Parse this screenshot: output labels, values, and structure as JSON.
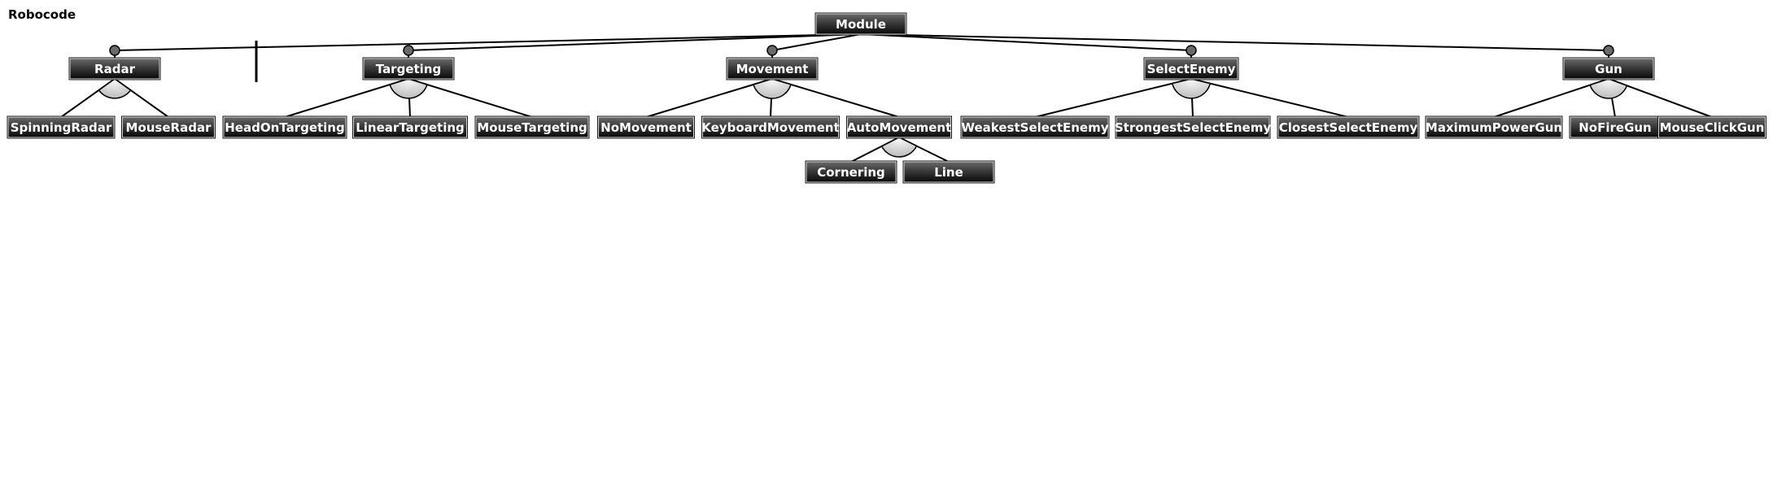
{
  "title": "Robocode",
  "nodes": {
    "module": "Module",
    "radar": "Radar",
    "targeting": "Targeting",
    "movement": "Movement",
    "selectenemy": "SelectEnemy",
    "gun": "Gun",
    "spinningradar": "SpinningRadar",
    "mouseradar": "MouseRadar",
    "headontargeting": "HeadOnTargeting",
    "lineartargeting": "LinearTargeting",
    "mousetargeting": "MouseTargeting",
    "nomovement": "NoMovement",
    "keyboardmovement": "KeyboardMovement",
    "automovement": "AutoMovement",
    "weakestselectenemy": "WeakestSelectEnemy",
    "strongestselectenemy": "StrongestSelectEnemy",
    "closestselectenemy": "ClosestSelectEnemy",
    "maximumpowergun": "MaximumPowerGun",
    "nofiregun": "NoFireGun",
    "mouseclickgun": "MouseClickGun",
    "cornering": "Cornering",
    "line": "Line"
  },
  "colors": {
    "node_top": "#5a5a5a",
    "node_bottom": "#0c0c0c",
    "node_text": "#ffffff",
    "edge": "#000000",
    "arc_fill": "#d4d4d4"
  }
}
